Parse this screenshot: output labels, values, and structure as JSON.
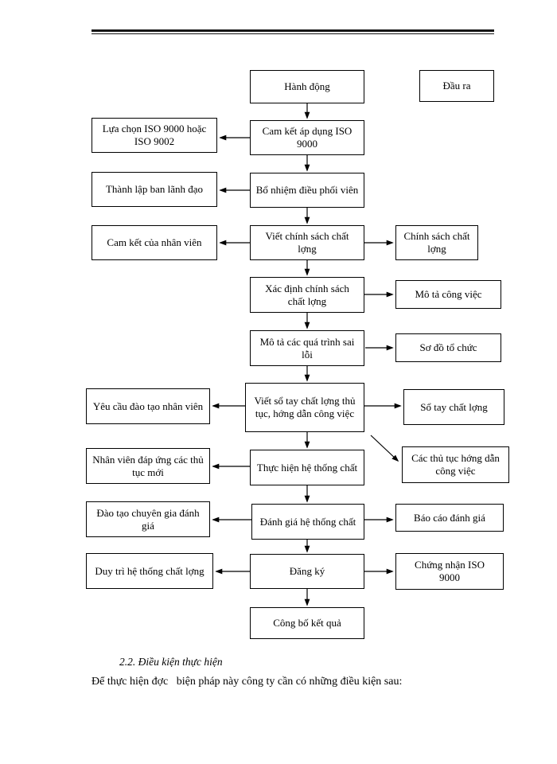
{
  "flowchart": {
    "headers": {
      "action": "Hành động",
      "output": "Đầu ra"
    },
    "center": [
      "Cam kết áp dụng ISO 9000",
      "Bổ nhiệm điều phối viên",
      "Viết chính sách chất lợng",
      "Xác định chính sách chất lợng",
      "Mô tả các quá trình sai lỗi",
      "Viết sổ tay chất lợng thủ tục, hớng dẫn công việc",
      "Thực hiện hệ thống chất",
      "Đánh giá hệ thống chất",
      "Đăng ký",
      "Công bố kết quả"
    ],
    "left": [
      "Lựa chọn ISO 9000 hoặc ISO 9002",
      "Thành lập ban lãnh đạo",
      "Cam kết của nhân viên",
      "Yêu cầu đào tạo nhân viên",
      "Nhân viên đáp ứng các thủ tục mới",
      "Đào tạo chuyên gia đánh giá",
      "Duy trì hệ thống chất lợng"
    ],
    "right": [
      "Chính sách chất lợng",
      "Mô tả công việc",
      "Sơ đồ tổ chức",
      "Sổ tay chất lợng",
      "Các thủ tục hớng dẫn công việc",
      "Báo cáo đánh giá",
      "Chứng nhận ISO 9000"
    ]
  },
  "footer": {
    "section_heading": "2.2. Điều kiện thực hiện",
    "body_text": "Để thực hiện đợc   biện pháp này công ty cần có những điều kiện sau:"
  }
}
